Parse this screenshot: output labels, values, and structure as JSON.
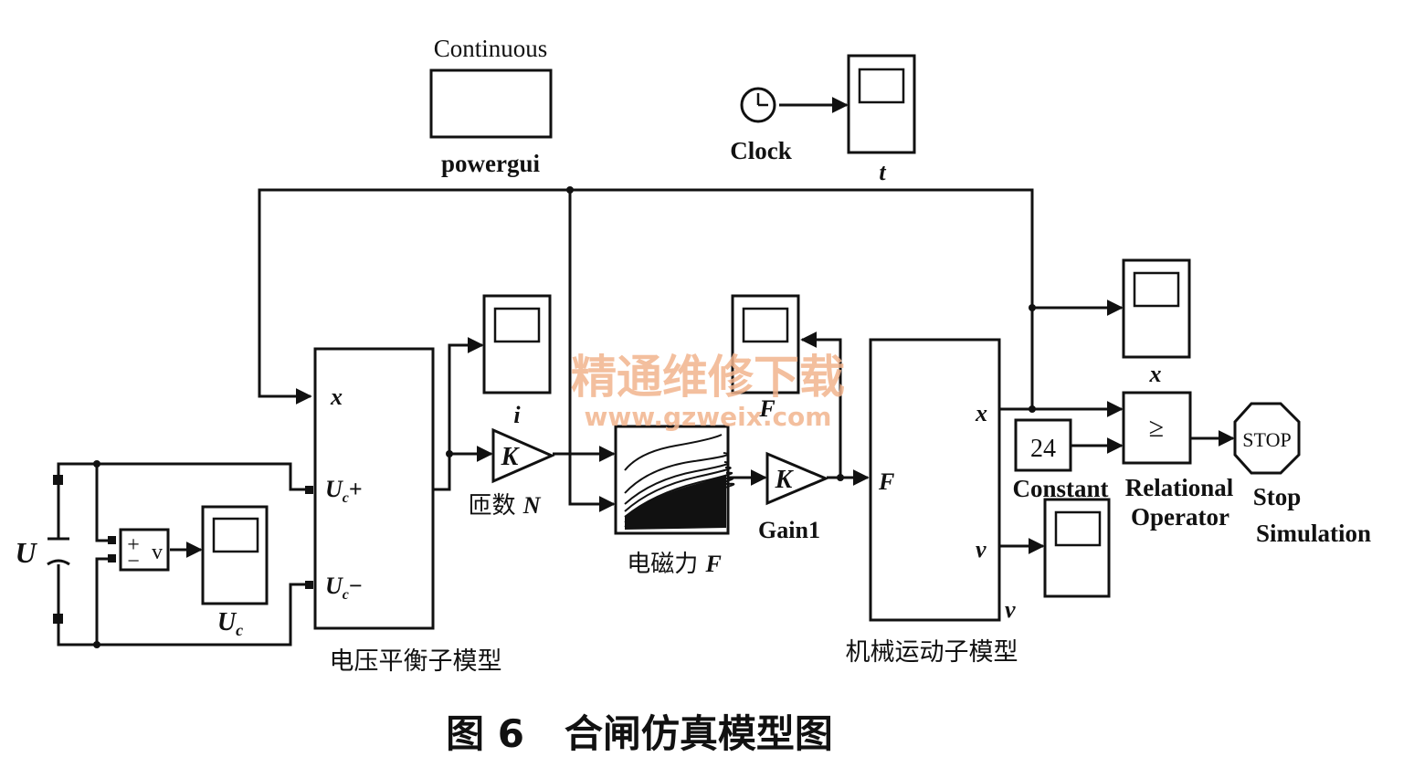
{
  "blocks": {
    "powergui": {
      "top_text": "Continuous",
      "label": "powergui"
    },
    "clock": {
      "label": "Clock"
    },
    "scope_t": {
      "label": "t"
    },
    "voltage_subsystem": {
      "label": "电压平衡子模型",
      "port_x": "x",
      "port_uc_plus": "U",
      "port_uc_plus_sub": "c",
      "port_uc_plus_sign": "+",
      "port_uc_minus": "U",
      "port_uc_minus_sub": "c",
      "port_uc_minus_sign": "−"
    },
    "dc_source": {
      "label": "U"
    },
    "voltmeter": {
      "text": "v",
      "sign_plus": "+",
      "sign_minus": "−"
    },
    "scope_uc": {
      "label": "U",
      "label_sub": "c"
    },
    "scope_i": {
      "label": "i"
    },
    "gain_turns": {
      "symbol": "K",
      "label": "匝数",
      "label_var": "N"
    },
    "em_force_lookup": {
      "label": "电磁力",
      "label_var": "F"
    },
    "scope_f": {
      "label": "F"
    },
    "gain1": {
      "symbol": "K",
      "label": "Gain1"
    },
    "mech_subsystem": {
      "label": "机械运动子模型",
      "port_f": "F",
      "port_x": "x",
      "port_v": "v",
      "port_v_out": "v"
    },
    "scope_x": {
      "label": "x"
    },
    "scope_v": {
      "label": ""
    },
    "constant": {
      "value": "24",
      "label": "Constant"
    },
    "relational": {
      "symbol": "≥",
      "label_line1": "Relational",
      "label_line2": "Operator"
    },
    "stop": {
      "text": "STOP",
      "label_line1": "Stop",
      "label_line2": "Simulation"
    }
  },
  "watermark": {
    "line1": "精通维修下载",
    "line2": "www.gzweix.com"
  },
  "caption": "图 6   合闸仿真模型图"
}
